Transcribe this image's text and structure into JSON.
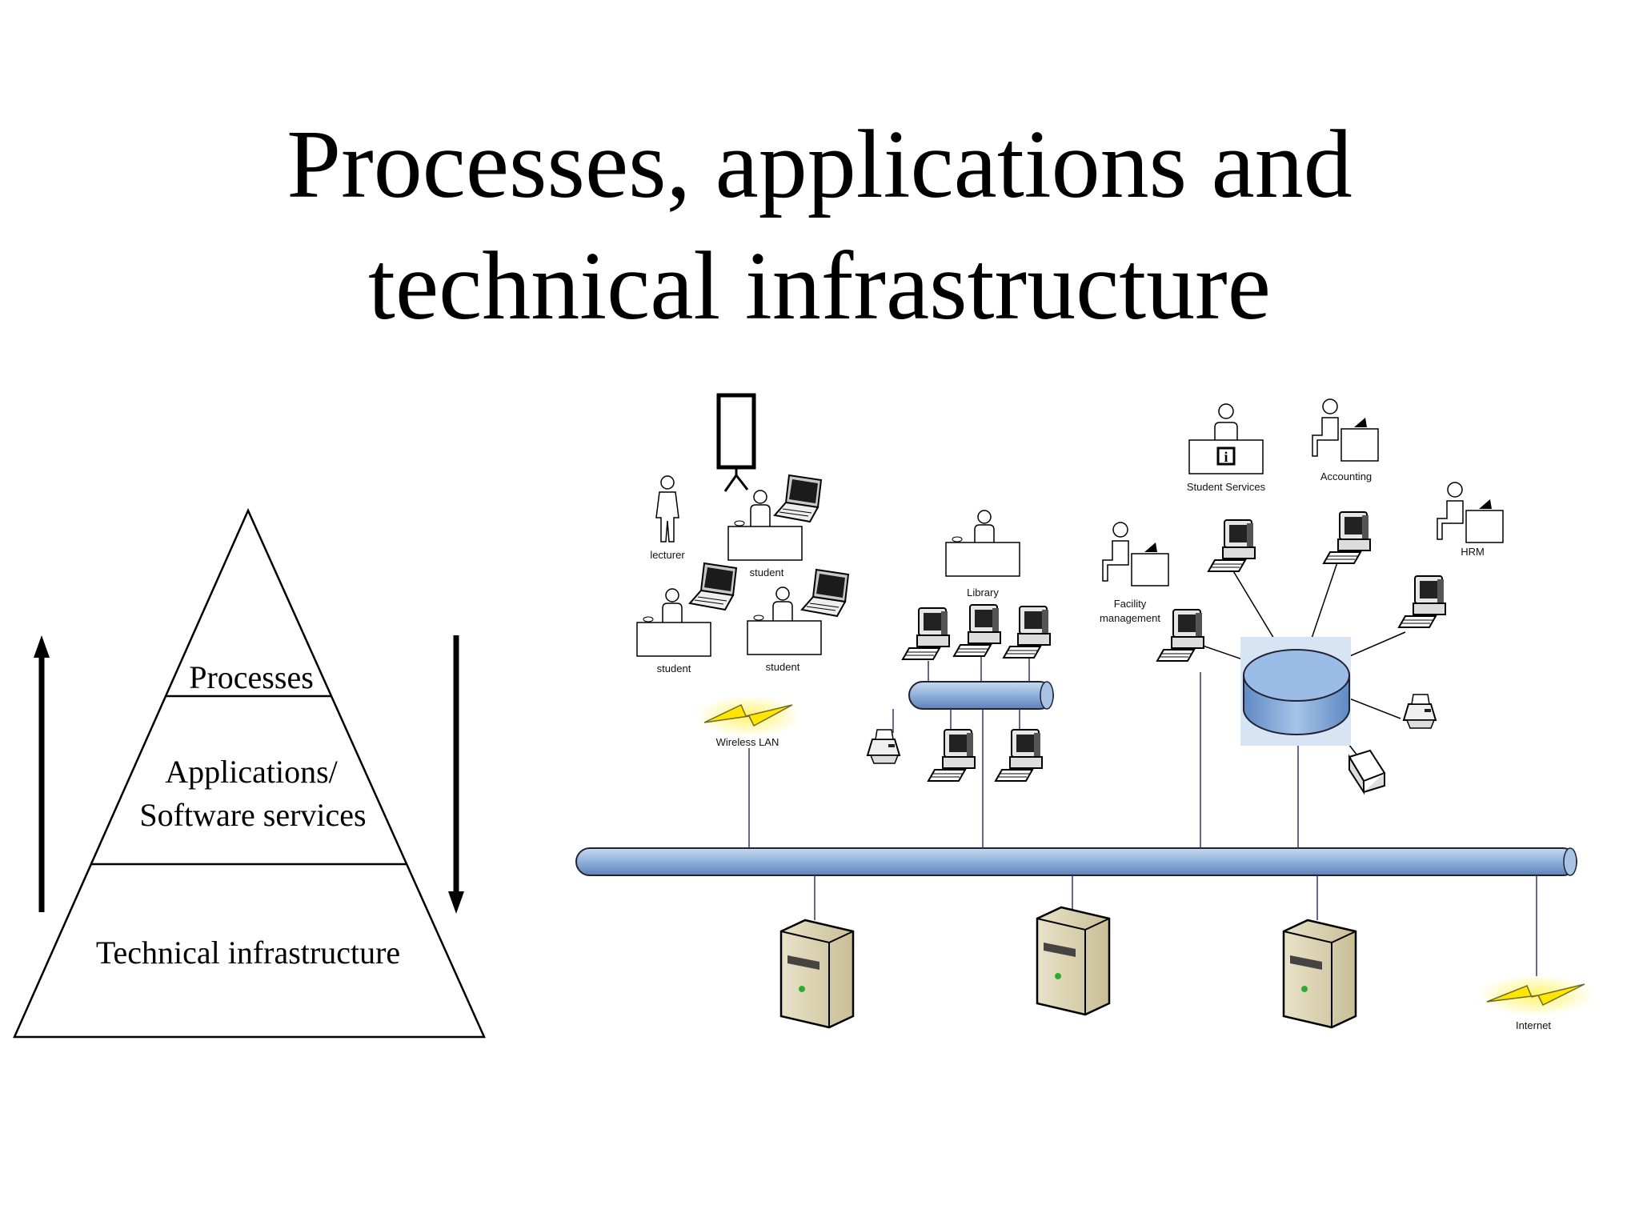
{
  "title": {
    "line1": "Processes, applications and",
    "line2": "technical infrastructure"
  },
  "pyramid": {
    "layers": {
      "top": "Processes",
      "middle_line1": "Applications/",
      "middle_line2": "Software services",
      "bottom": "Technical infrastructure"
    }
  },
  "network": {
    "labels": {
      "lecturer": "lecturer",
      "student_1": "student",
      "student_2": "student",
      "student_3": "student",
      "wireless": "Wireless LAN",
      "library": "Library",
      "facility_line1": "Facility",
      "facility_line2": "management",
      "student_services": "Student Services",
      "accounting": "Accounting",
      "hrm": "HRM",
      "internet": "Internet"
    }
  },
  "colors": {
    "pipe": "#8fb0da",
    "database": "#7fa6d8",
    "lightning": "#ffe600"
  },
  "icons": [
    "projector-screen-icon",
    "person-icon",
    "laptop-icon",
    "desktop-computer-icon",
    "printer-icon",
    "server-icon",
    "database-icon",
    "lightning-icon"
  ]
}
